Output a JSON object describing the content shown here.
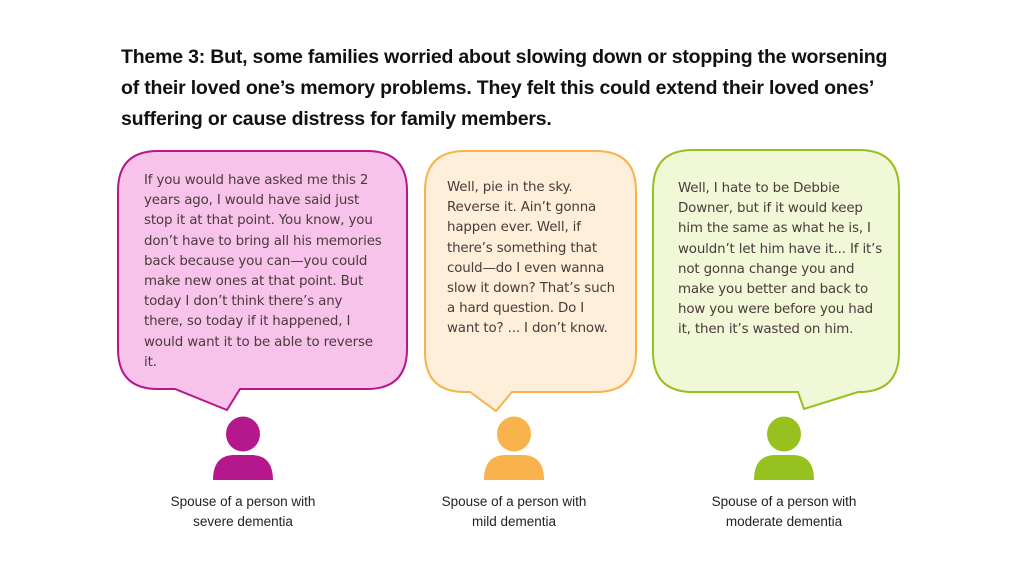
{
  "title": "Theme 3: But, some families worried about slowing down or stopping the worsening of their loved one’s memory problems. They felt this could extend their loved ones’ suffering or cause distress for family members.",
  "quotes": [
    {
      "text": "If you would have asked me this 2 years ago, I would have said just stop it at that point. You know, you don’t have to bring all his memories back because you can—you could make new ones at that point. But today I don’t think there’s any there, so today if it happened, I would want it to be able to reverse it.",
      "caption_line1": "Spouse of a person with",
      "caption_line2": "severe dementia",
      "icon": "person-icon",
      "fill_color": "#f7c3ea",
      "border_color": "#b5178c",
      "icon_color": "#b5178c"
    },
    {
      "text": "Well, pie in the sky. Reverse it. Ain’t gonna happen ever. Well, if there’s something that could—do I even wanna slow it down? That’s such a hard question. Do I want to? ... I don’t know.",
      "caption_line1": "Spouse of a person with",
      "caption_line2": "mild dementia",
      "icon": "person-icon",
      "fill_color": "#fdefd9",
      "border_color": "#f8b34d",
      "icon_color": "#f8b34d"
    },
    {
      "text": "Well, I hate to be Debbie Downer, but if it would keep him the same as what he is, I wouldn’t let him have it... If it’s not gonna change you and make you better and back to how you were before you had it, then it’s wasted on him.",
      "caption_line1": "Spouse of a person with",
      "caption_line2": "moderate dementia",
      "icon": "person-icon",
      "fill_color": "#f0f8d7",
      "border_color": "#96c11f",
      "icon_color": "#96c11f"
    }
  ]
}
